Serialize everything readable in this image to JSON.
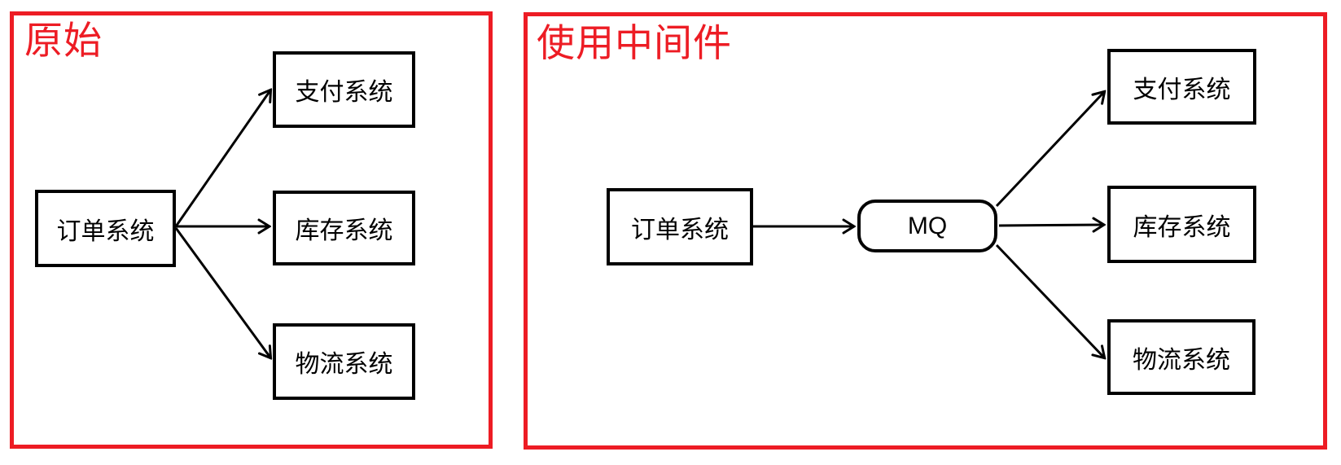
{
  "diagram": {
    "left_panel": {
      "title": "原始",
      "nodes": {
        "order": {
          "label": "订单系统"
        },
        "payment": {
          "label": "支付系统"
        },
        "inventory": {
          "label": "库存系统"
        },
        "logistics": {
          "label": "物流系统"
        }
      },
      "edges": [
        {
          "from": "订单系统",
          "to": "支付系统"
        },
        {
          "from": "订单系统",
          "to": "库存系统"
        },
        {
          "from": "订单系统",
          "to": "物流系统"
        }
      ]
    },
    "right_panel": {
      "title": "使用中间件",
      "nodes": {
        "order": {
          "label": "订单系统"
        },
        "mq": {
          "label": "MQ"
        },
        "payment": {
          "label": "支付系统"
        },
        "inventory": {
          "label": "库存系统"
        },
        "logistics": {
          "label": "物流系统"
        }
      },
      "edges": [
        {
          "from": "订单系统",
          "to": "MQ"
        },
        {
          "from": "MQ",
          "to": "支付系统"
        },
        {
          "from": "MQ",
          "to": "库存系统"
        },
        {
          "from": "MQ",
          "to": "物流系统"
        }
      ]
    },
    "colors": {
      "panel_border_red": "#ed1c24",
      "title_red": "#ed1c24",
      "node_border_black": "#000000",
      "arrow_black": "#000000",
      "background": "#ffffff"
    }
  }
}
